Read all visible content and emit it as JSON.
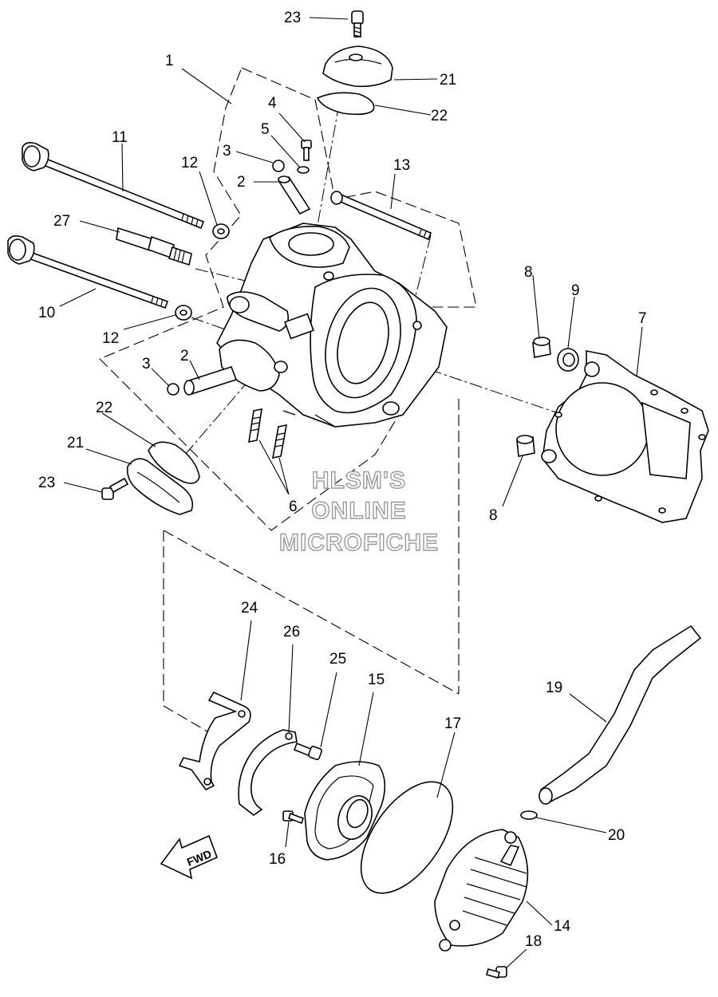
{
  "watermark": {
    "line1": "HLSM'S",
    "line2": "ONLINE",
    "line3": "MICROFICHE"
  },
  "fwd_label": "FWD",
  "callouts": {
    "c1": "1",
    "c2a": "2",
    "c2b": "2",
    "c3a": "3",
    "c3b": "3",
    "c4": "4",
    "c5": "5",
    "c6": "6",
    "c7": "7",
    "c8a": "8",
    "c8b": "8",
    "c9": "9",
    "c10": "10",
    "c11": "11",
    "c12a": "12",
    "c12b": "12",
    "c13": "13",
    "c14": "14",
    "c15": "15",
    "c16": "16",
    "c17": "17",
    "c18": "18",
    "c19": "19",
    "c20": "20",
    "c21a": "21",
    "c21b": "21",
    "c22a": "22",
    "c22b": "22",
    "c23a": "23",
    "c23b": "23",
    "c24": "24",
    "c25": "25",
    "c26": "26",
    "c27": "27"
  }
}
